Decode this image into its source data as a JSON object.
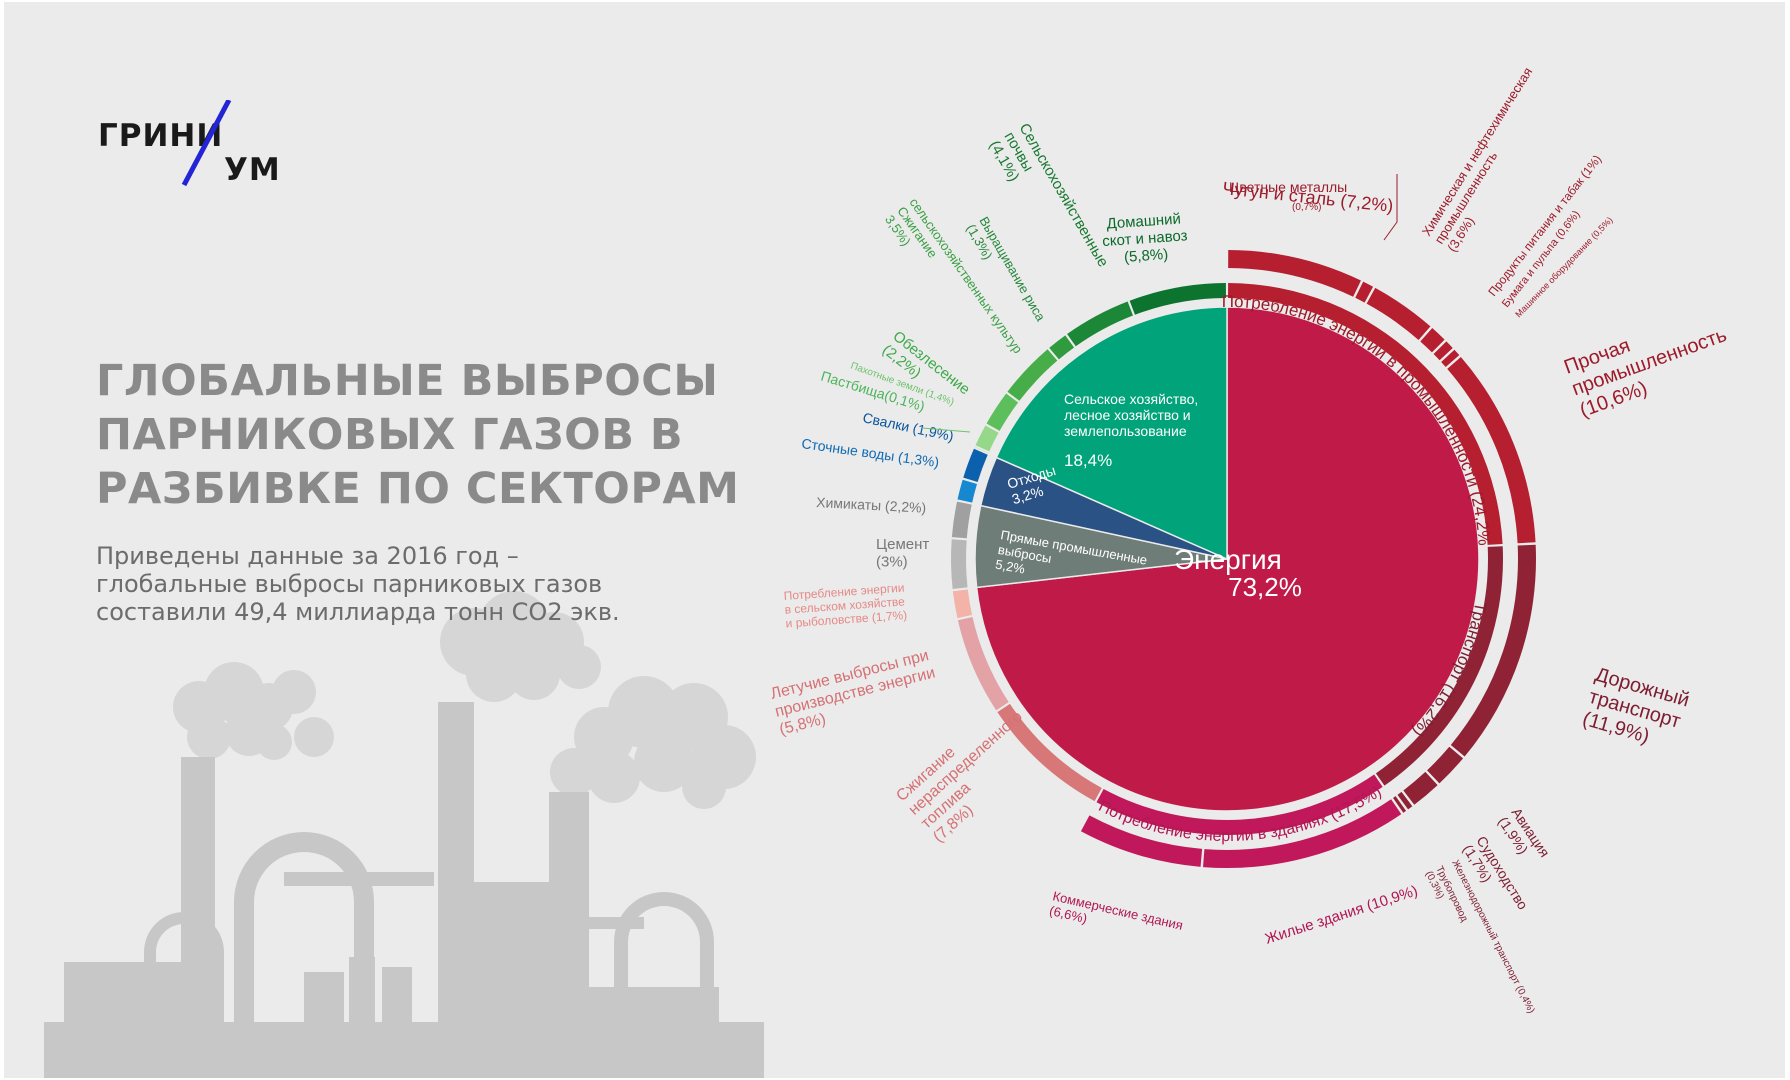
{
  "logo": {
    "text_top": "ГРИНИ",
    "text_bottom": "УМ"
  },
  "title": "ГЛОБАЛЬНЫЕ ВЫБРОСЫ\nПАРНИКОВЫХ ГАЗОВ В\nРАЗБИВКЕ ПО СЕКТОРАМ",
  "subtitle": "Приведены данные за 2016 год –\nглобальные выбросы парниковых газов\nсоставили 49,4 миллиарда тонн CO2 экв.",
  "colors": {
    "energy": "#c01a48",
    "agriculture": "#00a37a",
    "waste": "#2b5285",
    "industry": "#6f7d78",
    "industry_energy": "#b51f2f",
    "transport": "#902236",
    "buildings": "#c0185a",
    "agri_energy": "#f3b3a9",
    "fugitive": "#e3a3a6",
    "unallocated": "#d77778",
    "cement": "#b7b7b7",
    "chemicals": "#a0a0a0",
    "wastewater": "#1588d0",
    "landfills": "#0b61ad",
    "grassland": "#b6e6a7",
    "cropland": "#96d88a",
    "deforestation": "#5cbf5c",
    "crop_burning": "#47ad49",
    "rice": "#2f9a3e",
    "soils": "#1c8736",
    "livestock": "#0c742f"
  },
  "chart_data": {
    "type": "pie",
    "title": "",
    "sectors": [
      {
        "name": "Энергия",
        "value": 73.2,
        "label": "73,2%"
      },
      {
        "name": "Прямые промышленные выбросы",
        "value": 5.2,
        "label": "5,2%"
      },
      {
        "name": "Отходы",
        "value": 3.2,
        "label": "3,2%"
      },
      {
        "name": "Сельское хозяйство, лесное хозяйство и землепользование",
        "value": 18.4,
        "label": "18,4%"
      }
    ],
    "subsectors": [
      {
        "name": "Потребление энергии в промышленности",
        "value": 24.2,
        "label": "(24,2%)"
      },
      {
        "name": "Транспорт",
        "value": 16.2,
        "label": "(16,2%)"
      },
      {
        "name": "Потребление энергии в зданиях",
        "value": 17.5,
        "label": "(17,5%)"
      },
      {
        "name": "Сжигание нераспределенного топлива",
        "value": 7.8,
        "label": "(7,8%)"
      },
      {
        "name": "Летучие выбросы при производстве энергии",
        "value": 5.8,
        "label": "(5,8%)"
      },
      {
        "name": "Потребление энергии в сельском хозяйстве и рыболовстве",
        "value": 1.7,
        "label": "(1,7%)"
      },
      {
        "name": "Цемент",
        "value": 3.0,
        "label": "(3%)"
      },
      {
        "name": "Химикаты",
        "value": 2.2,
        "label": "(2,2%)"
      },
      {
        "name": "Сточные воды",
        "value": 1.3,
        "label": "(1,3%)"
      },
      {
        "name": "Свалки",
        "value": 1.9,
        "label": "(1,9%)"
      },
      {
        "name": "Пастбища",
        "value": 0.1,
        "label": "(0,1%)"
      },
      {
        "name": "Пахотные земли",
        "value": 1.4,
        "label": "(1,4%)"
      },
      {
        "name": "Обезлесение",
        "value": 2.2,
        "label": "(2,2%)"
      },
      {
        "name": "Сжигание сельскохозяйственных культур",
        "value": 3.5,
        "label": "3,5%)"
      },
      {
        "name": "Выращивание риса",
        "value": 1.3,
        "label": "(1,3%)"
      },
      {
        "name": "Сельскохозяйственные почвы",
        "value": 4.1,
        "label": "(4,1%)"
      },
      {
        "name": "Домашний скот и навоз",
        "value": 5.8,
        "label": "(5,8%)"
      }
    ],
    "details": [
      {
        "name": "Чугун и сталь",
        "value": 7.2,
        "label": "(7,2%)"
      },
      {
        "name": "Цветные металлы",
        "value": 0.7,
        "label": "(0,7%)"
      },
      {
        "name": "Химическая и нефтехимическая промышленность",
        "value": 3.6,
        "label": "(3,6%)"
      },
      {
        "name": "Продукты питания и табак",
        "value": 1.0,
        "label": "(1%)"
      },
      {
        "name": "Бумага и пульпа",
        "value": 0.6,
        "label": "(0,6%)"
      },
      {
        "name": "Машинное оборудование",
        "value": 0.5,
        "label": "(0,5%)"
      },
      {
        "name": "Прочая промышленность",
        "value": 10.6,
        "label": "(10,6%)"
      },
      {
        "name": "Дорожный транспорт",
        "value": 11.9,
        "label": "(11,9%)"
      },
      {
        "name": "Авиация",
        "value": 1.9,
        "label": "(1,9%)"
      },
      {
        "name": "Судоходство",
        "value": 1.7,
        "label": "(1,7%)"
      },
      {
        "name": "Железнодорожный транспорт",
        "value": 0.4,
        "label": "(0,4%)"
      },
      {
        "name": "Трубопровод",
        "value": 0.3,
        "label": "(0,3%)"
      },
      {
        "name": "Жилые здания",
        "value": 10.9,
        "label": "(10,9%)"
      },
      {
        "name": "Коммерческие здания",
        "value": 6.6,
        "label": "(6,6%)"
      }
    ]
  }
}
